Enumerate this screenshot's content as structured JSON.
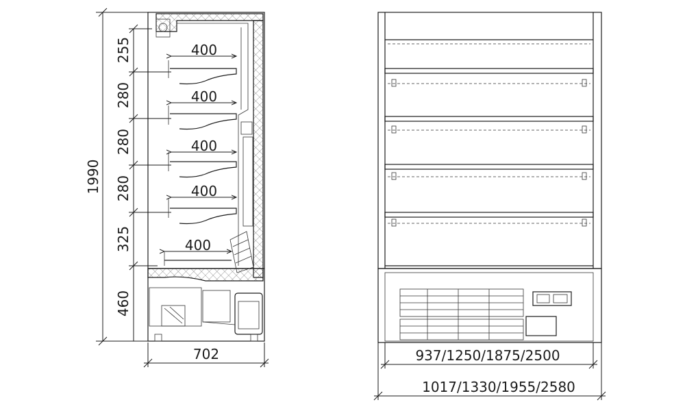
{
  "side_view": {
    "height_total": "1990",
    "spacings": [
      "255",
      "280",
      "280",
      "280",
      "325",
      "460"
    ],
    "shelf_depths": [
      "400",
      "400",
      "400",
      "400",
      "400"
    ],
    "depth_total": "702"
  },
  "front_view": {
    "inner_widths": "937/1250/1875/2500",
    "outer_widths": "1017/1330/1955/2580"
  }
}
